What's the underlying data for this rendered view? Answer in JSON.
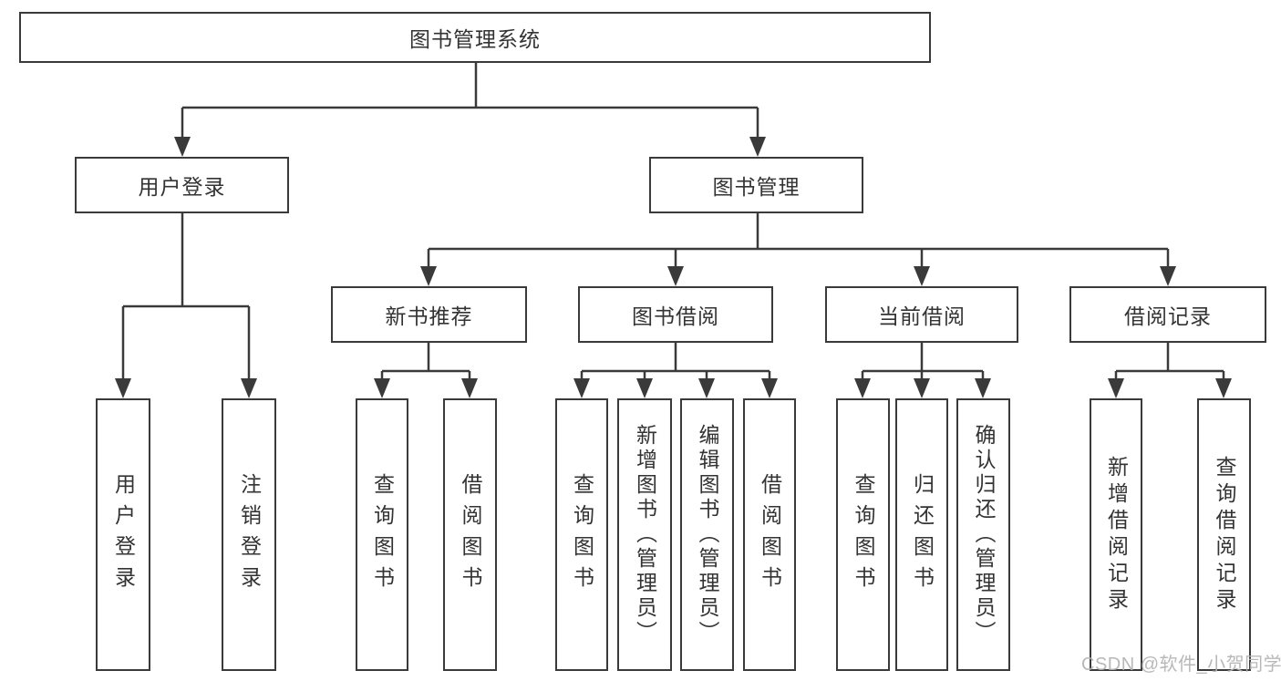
{
  "diagram": {
    "root": {
      "label": "图书管理系统"
    },
    "branches": [
      {
        "label": "用户登录",
        "children": [
          {
            "label": "用户登录"
          },
          {
            "label": "注销登录"
          }
        ]
      },
      {
        "label": "图书管理",
        "children": [
          {
            "label": "新书推荐",
            "children": [
              {
                "label": "查询图书"
              },
              {
                "label": "借阅图书"
              }
            ]
          },
          {
            "label": "图书借阅",
            "children": [
              {
                "label": "查询图书"
              },
              {
                "label": "新增图书（管理员）"
              },
              {
                "label": "编辑图书（管理员）"
              },
              {
                "label": "借阅图书"
              }
            ]
          },
          {
            "label": "当前借阅",
            "children": [
              {
                "label": "查询图书"
              },
              {
                "label": "归还图书"
              },
              {
                "label": "确认归还（管理员）"
              }
            ]
          },
          {
            "label": "借阅记录",
            "children": [
              {
                "label": "新增借阅记录"
              },
              {
                "label": "查询借阅记录"
              }
            ]
          }
        ]
      }
    ]
  },
  "watermark": {
    "text": "CSDN @软件_小贺同学"
  },
  "colors": {
    "line": "#3a3a3a",
    "text": "#333333",
    "background": "#ffffff",
    "watermark": "#b2b2b2"
  }
}
